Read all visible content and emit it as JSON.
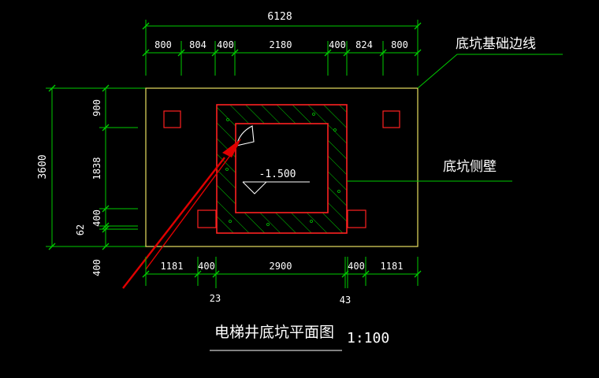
{
  "colors": {
    "background": "#000000",
    "dimension": "#00cc00",
    "outline": "#e8e060",
    "wall": "#ff2020",
    "hatch": "#00cc00",
    "arrow": "#e00000",
    "text": "#ffffff"
  },
  "top_dims": {
    "total": "6128",
    "segments": [
      "800",
      "804",
      "400",
      "2180",
      "400",
      "824",
      "800"
    ]
  },
  "bottom_dims": {
    "segments": [
      "1181",
      "400",
      "2900",
      "400",
      "1181"
    ],
    "notes": [
      "23",
      "43"
    ]
  },
  "left_dims": {
    "total": "3600",
    "segments": [
      "900",
      "1838",
      "400",
      "62",
      "400"
    ]
  },
  "labels": {
    "foundation_edge": "底坑基础边线",
    "pit_side_wall": "底坑侧壁",
    "elevation": "-1.500",
    "title": "电梯井底坑平面图",
    "scale": "1:100"
  }
}
